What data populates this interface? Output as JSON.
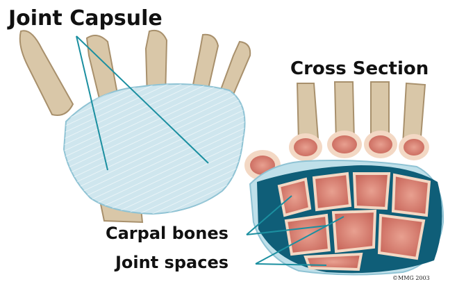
{
  "labels": {
    "joint_capsule": "Joint Capsule",
    "cross_section": "Cross Section",
    "carpal_bones": "Carpal bones",
    "joint_spaces": "Joint spaces",
    "copyright": "©MMG 2003"
  },
  "colors": {
    "bone": "#d9c7a8",
    "bone_shadow": "#a8906c",
    "capsule": "#cfe6ee",
    "capsule_edge": "#8fc3d4",
    "marrow": "#d98478",
    "cartilage_rim": "#f3d8c4",
    "joint_space": "#0f5e78",
    "leader_line": "#1b8fa0"
  }
}
